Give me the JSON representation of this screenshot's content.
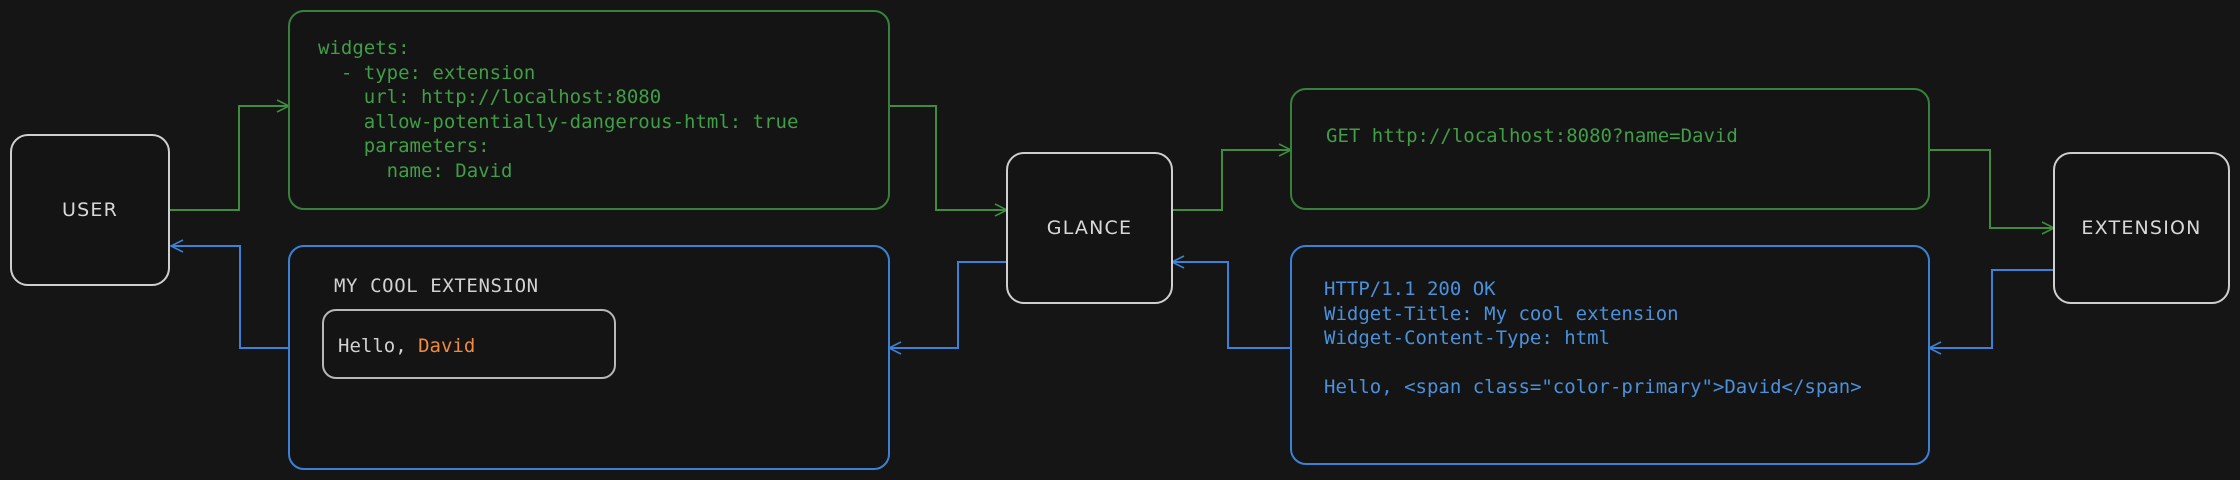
{
  "diagram": {
    "title": "Glance extension request/response flow",
    "background_color": "#151515",
    "colors": {
      "request_green": "#3f9e46",
      "response_blue": "#4a91dd",
      "node_gray": "#cfcfcf",
      "accent_orange": "#f08a3c"
    }
  },
  "nodes": {
    "user": "USER",
    "glance": "GLANCE",
    "extension": "EXTENSION"
  },
  "boxes": {
    "yaml_config": {
      "color": "green",
      "text": "widgets:\n  - type: extension\n    url: http://localhost:8080\n    allow-potentially-dangerous-html: true\n    parameters:\n      name: David"
    },
    "get_request": {
      "color": "green",
      "text": "GET http://localhost:8080?name=David"
    },
    "http_response": {
      "color": "blue",
      "text": "HTTP/1.1 200 OK\nWidget-Title: My cool extension\nWidget-Content-Type: html\n\nHello, <span class=\"color-primary\">David</span>"
    },
    "widget_preview": {
      "color": "blue",
      "widget_title": "MY COOL EXTENSION",
      "greeting_prefix": "Hello, ",
      "greeting_name": "David"
    }
  }
}
